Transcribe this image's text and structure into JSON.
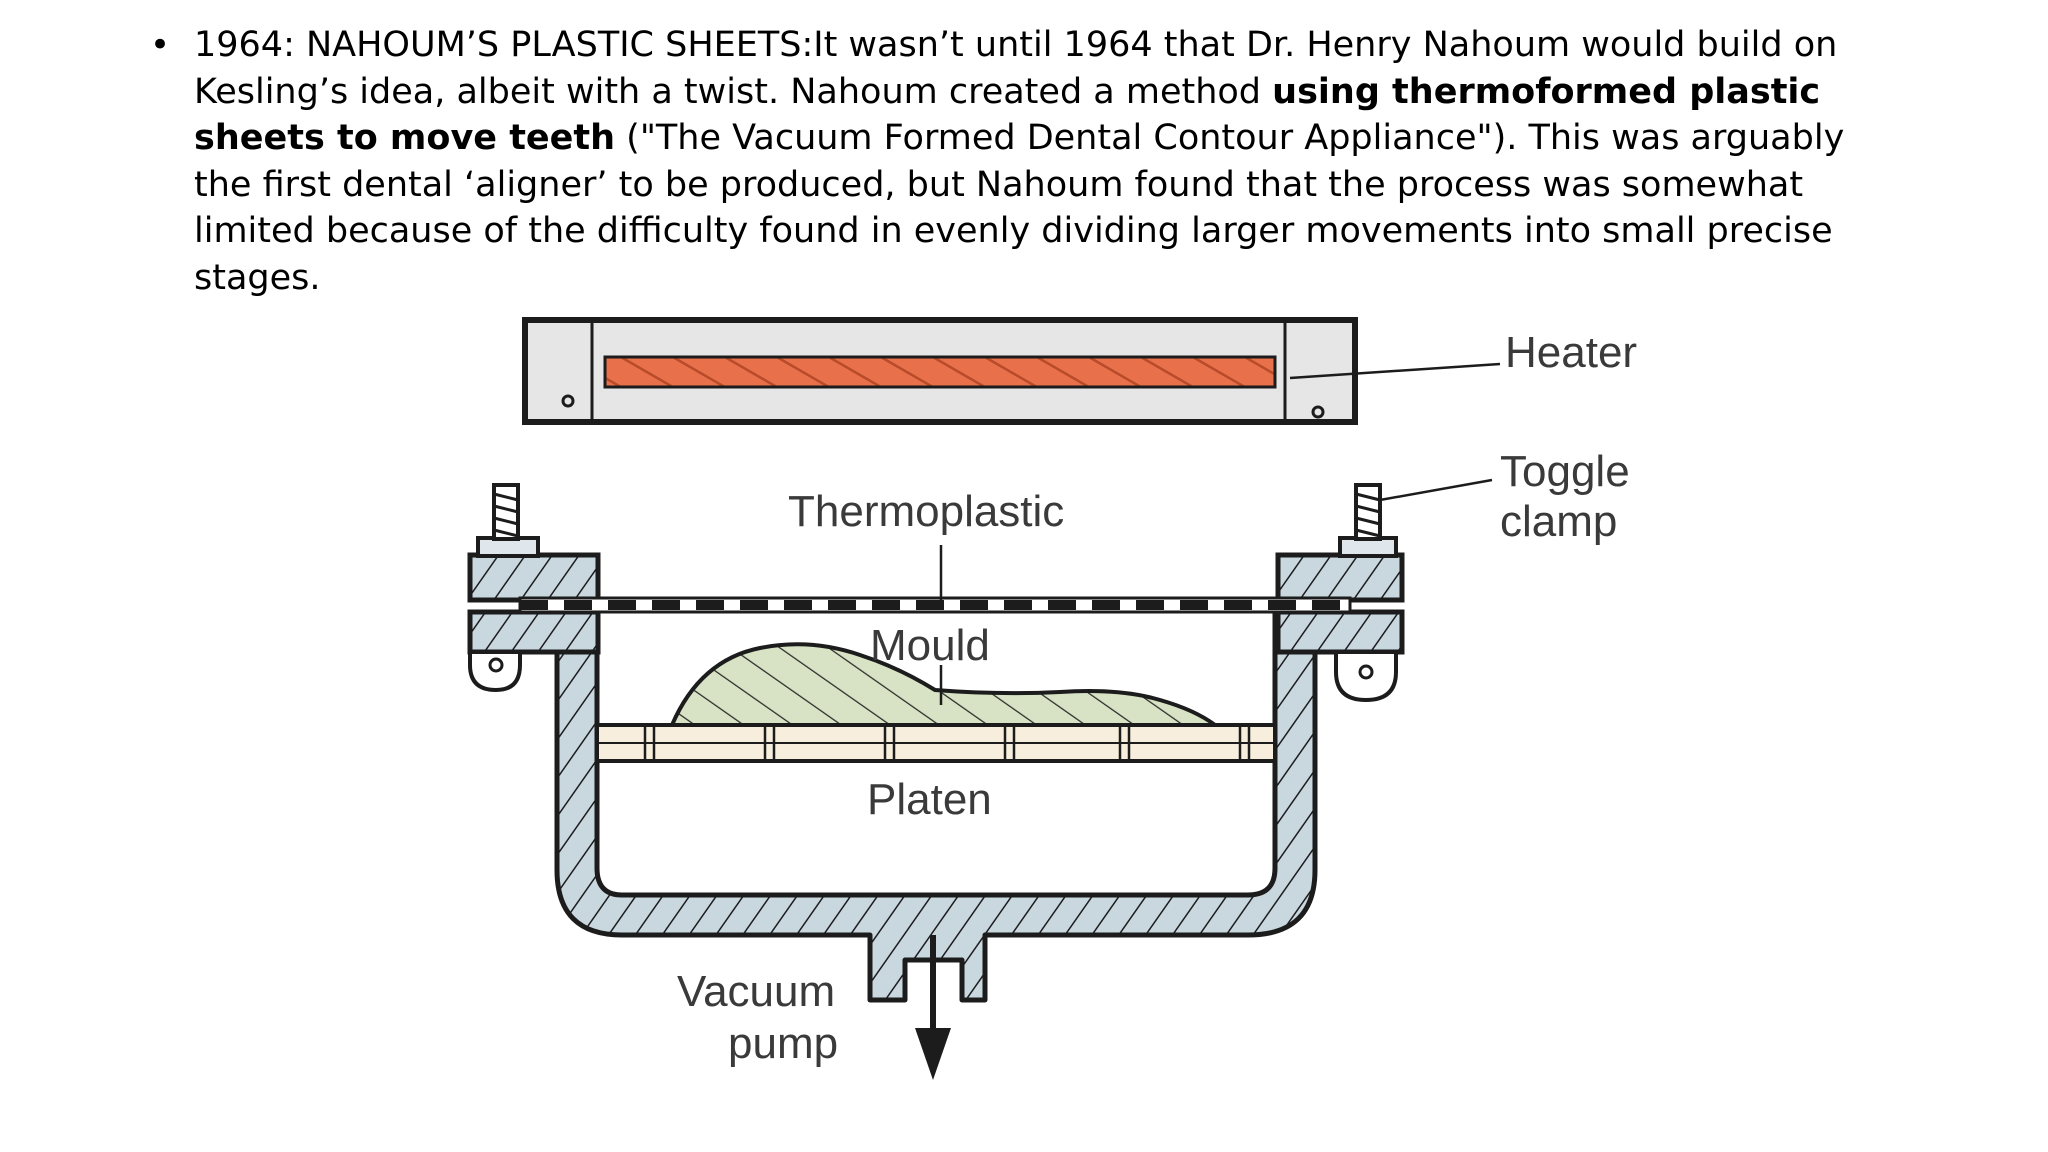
{
  "slide": {
    "bullet": "•",
    "text_part1": "1964: NAHOUM’S PLASTIC SHEETS:It wasn’t until 1964 that Dr. Henry Nahoum would build on Kesling’s idea, albeit with a twist. Nahoum created a method ",
    "text_bold": "using thermoformed plastic sheets to move teeth",
    "text_part2": " (\"The Vacuum Formed Dental Contour Appliance\"). This was arguably the first dental ‘aligner’ to be produced, but Nahoum found that the process was somewhat limited because of the difficulty found in evenly dividing larger movements into small precise stages."
  },
  "diagram": {
    "labels": {
      "heater": "Heater",
      "toggle_line1": "Toggle",
      "toggle_line2": "clamp",
      "thermoplastic": "Thermoplastic",
      "mould": "Mould",
      "platen": "Platen",
      "vacuum_line1": "Vacuum",
      "vacuum_line2": "pump"
    },
    "colors": {
      "heater_element": "#e8704a",
      "heater_housing": "#e6e6e6",
      "chamber_wall": "#c9d7df",
      "mould_fill": "#d7e3c4",
      "platen_fill": "#f7eedd",
      "outline": "#1c1c1c"
    }
  }
}
